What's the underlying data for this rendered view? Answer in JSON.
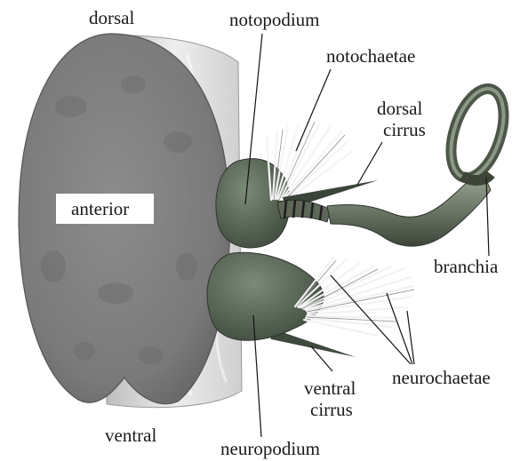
{
  "diagram": {
    "labels": {
      "dorsal": "dorsal",
      "anterior": "anterior",
      "ventral": "ventral",
      "notopodium": "notopodium",
      "notochaetae": "notochaetae",
      "dorsal_cirrus_line1": "dorsal",
      "dorsal_cirrus_line2": "cirrus",
      "branchia": "branchia",
      "neurochaetae": "neurochaetae",
      "ventral_cirrus_line1": "ventral",
      "ventral_cirrus_line2": "cirrus",
      "neuropodium": "neuropodium"
    },
    "colors": {
      "body_section_fill": "#7e7e7e",
      "body_side_fill": "#dcdcdc",
      "parapodium_lobe_fill": "#5a6a58",
      "branchia_fill": "#6f7a6a",
      "chaetae_stroke": "#f2f2f2",
      "leader_line": "#111111",
      "label_text": "#1a1a1a"
    }
  }
}
